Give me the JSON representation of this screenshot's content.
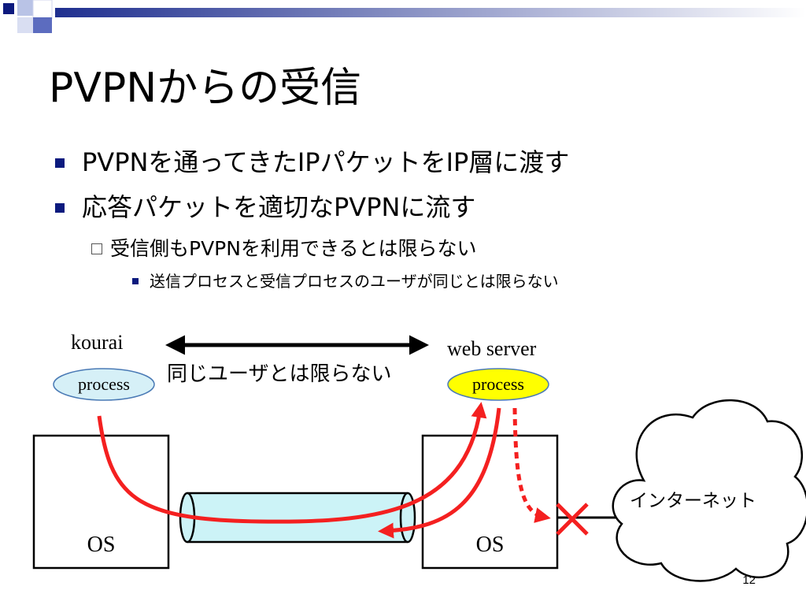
{
  "slide": {
    "title": "PVPNからの受信",
    "bullets": [
      {
        "text": "PVPNを通ってきたIPパケットをIP層に渡す"
      },
      {
        "text": "応答パケットを適切なPVPNに流す"
      }
    ],
    "sub_bullet": "受信側もPVPNを利用できるとは限らない",
    "sub_sub_bullet": "送信プロセスと受信プロセスのユーザが同じとは限らない",
    "page_number": "12"
  },
  "diagram": {
    "left_user": "kourai",
    "left_process": "process",
    "right_user": "web server",
    "right_process": "process",
    "middle_label": "同じユーザとは限らない",
    "left_os": "OS",
    "right_os": "OS",
    "internet": "インターネット",
    "colors": {
      "left_process_fill": "#d6f0f7",
      "right_process_fill": "#ffff00",
      "tunnel_fill": "#ccf3f7",
      "path_red": "#f42020",
      "bullet_blue": "#0b1a7e"
    },
    "icons": [
      "double-arrow-icon",
      "cross-mark-icon",
      "cloud-icon",
      "decorative-squares-icon"
    ]
  }
}
